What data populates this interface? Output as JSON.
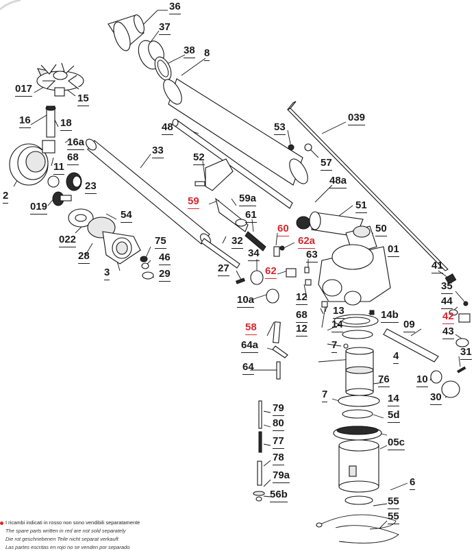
{
  "diagram": {
    "labels": [
      {
        "id": "l36",
        "text": "36",
        "color": "black"
      },
      {
        "id": "l37",
        "text": "37",
        "color": "black"
      },
      {
        "id": "l38",
        "text": "38",
        "color": "black"
      },
      {
        "id": "l8",
        "text": "8",
        "color": "black"
      },
      {
        "id": "l017",
        "text": "017",
        "color": "black"
      },
      {
        "id": "l15",
        "text": "15",
        "color": "black"
      },
      {
        "id": "l16",
        "text": "16",
        "color": "black"
      },
      {
        "id": "l18",
        "text": "18",
        "color": "black"
      },
      {
        "id": "l16a",
        "text": "16a",
        "color": "black"
      },
      {
        "id": "l68a",
        "text": "68",
        "color": "black"
      },
      {
        "id": "l11",
        "text": "11",
        "color": "black"
      },
      {
        "id": "l23",
        "text": "23",
        "color": "black"
      },
      {
        "id": "l2",
        "text": "2",
        "color": "black"
      },
      {
        "id": "l019",
        "text": "019",
        "color": "black"
      },
      {
        "id": "l48",
        "text": "48",
        "color": "black"
      },
      {
        "id": "l33",
        "text": "33",
        "color": "black"
      },
      {
        "id": "l52",
        "text": "52",
        "color": "black"
      },
      {
        "id": "l53",
        "text": "53",
        "color": "black"
      },
      {
        "id": "l039",
        "text": "039",
        "color": "black"
      },
      {
        "id": "l57",
        "text": "57",
        "color": "black"
      },
      {
        "id": "l48a",
        "text": "48a",
        "color": "black"
      },
      {
        "id": "l59",
        "text": "59",
        "color": "red"
      },
      {
        "id": "l59a",
        "text": "59a",
        "color": "black"
      },
      {
        "id": "l51",
        "text": "51",
        "color": "black"
      },
      {
        "id": "l54",
        "text": "54",
        "color": "black"
      },
      {
        "id": "l022",
        "text": "022",
        "color": "black"
      },
      {
        "id": "l28",
        "text": "28",
        "color": "black"
      },
      {
        "id": "l61",
        "text": "61",
        "color": "black"
      },
      {
        "id": "l60",
        "text": "60",
        "color": "red"
      },
      {
        "id": "l50",
        "text": "50",
        "color": "black"
      },
      {
        "id": "l62a",
        "text": "62a",
        "color": "red"
      },
      {
        "id": "l01",
        "text": "01",
        "color": "black"
      },
      {
        "id": "l32",
        "text": "32",
        "color": "black"
      },
      {
        "id": "l75",
        "text": "75",
        "color": "black"
      },
      {
        "id": "l46",
        "text": "46",
        "color": "black"
      },
      {
        "id": "l3",
        "text": "3",
        "color": "black"
      },
      {
        "id": "l29",
        "text": "29",
        "color": "black"
      },
      {
        "id": "l34",
        "text": "34",
        "color": "black"
      },
      {
        "id": "l63",
        "text": "63",
        "color": "black"
      },
      {
        "id": "l62",
        "text": "62",
        "color": "red"
      },
      {
        "id": "l27",
        "text": "27",
        "color": "black"
      },
      {
        "id": "l41",
        "text": "41",
        "color": "black"
      },
      {
        "id": "l10a",
        "text": "10a",
        "color": "black"
      },
      {
        "id": "l12a",
        "text": "12",
        "color": "black"
      },
      {
        "id": "l35",
        "text": "35",
        "color": "black"
      },
      {
        "id": "l44",
        "text": "44",
        "color": "black"
      },
      {
        "id": "l13",
        "text": "13",
        "color": "black"
      },
      {
        "id": "l68b",
        "text": "68",
        "color": "black"
      },
      {
        "id": "l14b",
        "text": "14b",
        "color": "black"
      },
      {
        "id": "l42",
        "text": "42",
        "color": "red"
      },
      {
        "id": "l12b",
        "text": "12",
        "color": "black"
      },
      {
        "id": "l58",
        "text": "58",
        "color": "red"
      },
      {
        "id": "l14a",
        "text": "14",
        "color": "black"
      },
      {
        "id": "l09",
        "text": "09",
        "color": "black"
      },
      {
        "id": "l43",
        "text": "43",
        "color": "black"
      },
      {
        "id": "l64a",
        "text": "64a",
        "color": "black"
      },
      {
        "id": "l7a",
        "text": "7",
        "color": "black"
      },
      {
        "id": "l4",
        "text": "4",
        "color": "black"
      },
      {
        "id": "l31",
        "text": "31",
        "color": "black"
      },
      {
        "id": "l64",
        "text": "64",
        "color": "black"
      },
      {
        "id": "l76",
        "text": "76",
        "color": "black"
      },
      {
        "id": "l10",
        "text": "10",
        "color": "black"
      },
      {
        "id": "l30",
        "text": "30",
        "color": "black"
      },
      {
        "id": "l7b",
        "text": "7",
        "color": "black"
      },
      {
        "id": "l14c",
        "text": "14",
        "color": "black"
      },
      {
        "id": "l79",
        "text": "79",
        "color": "black"
      },
      {
        "id": "l80",
        "text": "80",
        "color": "black"
      },
      {
        "id": "l5d",
        "text": "5d",
        "color": "black"
      },
      {
        "id": "l77",
        "text": "77",
        "color": "black"
      },
      {
        "id": "l05c",
        "text": "05c",
        "color": "black"
      },
      {
        "id": "l78",
        "text": "78",
        "color": "black"
      },
      {
        "id": "l79a",
        "text": "79a",
        "color": "black"
      },
      {
        "id": "l6",
        "text": "6",
        "color": "black"
      },
      {
        "id": "l56b",
        "text": "56b",
        "color": "black"
      },
      {
        "id": "l55a",
        "text": "55",
        "color": "black"
      },
      {
        "id": "l55b",
        "text": "55",
        "color": "black"
      }
    ],
    "footnote": {
      "it": "I ricambi indicati in rosso non sono vendibili separatamente",
      "en": "The spare parts written in red are not sold separately",
      "de": "Die rot geschriebenen Teile nicht separat verkauft",
      "es": "Las partes escritas en rojo no se venden por separado"
    },
    "colors": {
      "red": "#d8262b",
      "black": "#1a1a1a"
    }
  }
}
